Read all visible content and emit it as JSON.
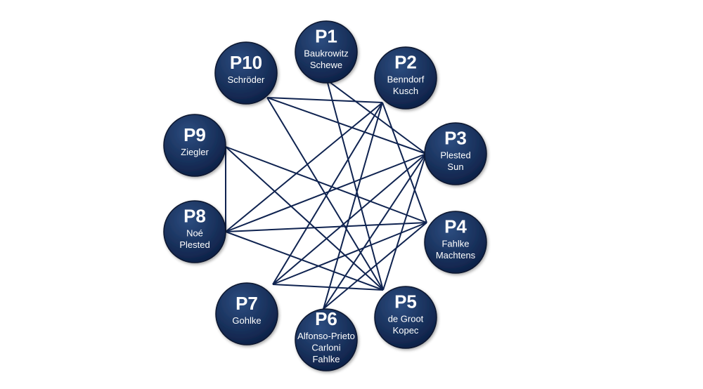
{
  "nodes": [
    {
      "id": "P1",
      "names": [
        "Baukrowitz",
        "Schewe"
      ]
    },
    {
      "id": "P2",
      "names": [
        "Benndorf",
        "Kusch"
      ]
    },
    {
      "id": "P3",
      "names": [
        "Plested",
        "Sun"
      ]
    },
    {
      "id": "P4",
      "names": [
        "Fahlke",
        "Machtens"
      ]
    },
    {
      "id": "P5",
      "names": [
        "de Groot",
        "Kopec"
      ]
    },
    {
      "id": "P6",
      "names": [
        "Alfonso-Prieto",
        "Carloni",
        "Fahlke"
      ]
    },
    {
      "id": "P7",
      "names": [
        "Gohlke"
      ]
    },
    {
      "id": "P8",
      "names": [
        "Noé",
        "Plested"
      ]
    },
    {
      "id": "P9",
      "names": [
        "Ziegler"
      ]
    },
    {
      "id": "P10",
      "names": [
        "Schröder"
      ]
    }
  ],
  "edges": [
    [
      "P1",
      "P3"
    ],
    [
      "P1",
      "P5"
    ],
    [
      "P10",
      "P2"
    ],
    [
      "P10",
      "P3"
    ],
    [
      "P10",
      "P5"
    ],
    [
      "P2",
      "P6"
    ],
    [
      "P2",
      "P7"
    ],
    [
      "P2",
      "P8"
    ],
    [
      "P2",
      "P4"
    ],
    [
      "P3",
      "P8"
    ],
    [
      "P3",
      "P7"
    ],
    [
      "P3",
      "P6"
    ],
    [
      "P3",
      "P5"
    ],
    [
      "P9",
      "P8"
    ],
    [
      "P9",
      "P4"
    ],
    [
      "P9",
      "P5"
    ],
    [
      "P8",
      "P4"
    ],
    [
      "P8",
      "P5"
    ],
    [
      "P7",
      "P4"
    ],
    [
      "P7",
      "P5"
    ],
    [
      "P6",
      "P4"
    ]
  ],
  "colors": {
    "node_fill_light": "#2d4d80",
    "node_fill_dark": "#0c1f45",
    "node_stroke": "#08152f",
    "edge": "#0f2350",
    "text": "#ffffff"
  }
}
